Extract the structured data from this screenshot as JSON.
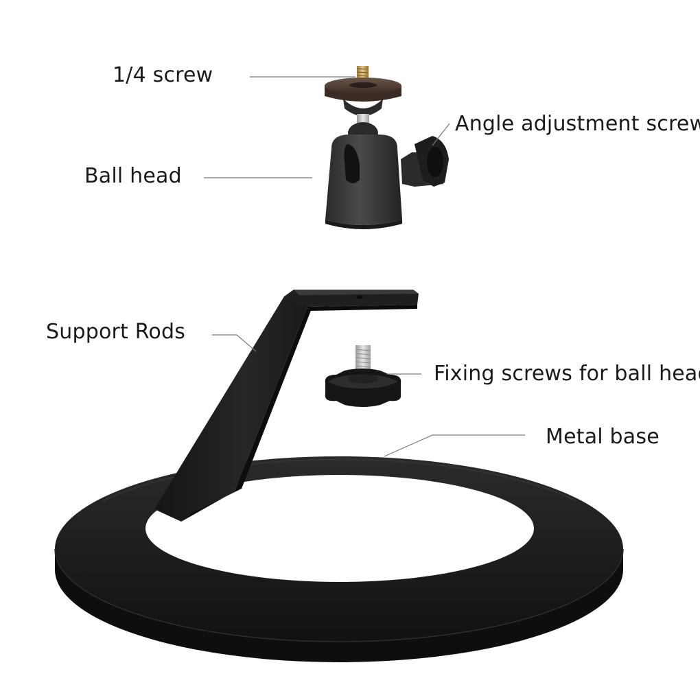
{
  "labels": {
    "quarter_screw": "1/4 screw",
    "angle_adjustment_screw": "Angle adjustment screw",
    "ball_head": "Ball head",
    "support_rods": "Support Rods",
    "fixing_screws": "Fixing screws for ball head",
    "metal_base": "Metal base"
  },
  "colors": {
    "part_black": "#1c1c1c",
    "part_dark": "#111111",
    "knob_brown": "#4a3a32",
    "brass": "#c9a35a",
    "steel": "#c8c8c8",
    "leader_line": "#7a7a7a"
  }
}
